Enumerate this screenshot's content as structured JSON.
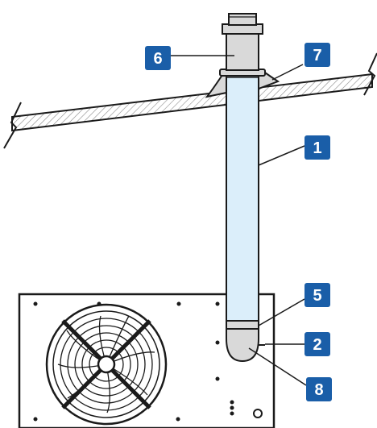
{
  "callouts": [
    {
      "id": "1",
      "label": "1"
    },
    {
      "id": "2",
      "label": "2"
    },
    {
      "id": "5",
      "label": "5"
    },
    {
      "id": "6",
      "label": "6"
    },
    {
      "id": "7",
      "label": "7"
    },
    {
      "id": "8",
      "label": "8"
    }
  ],
  "colors": {
    "badge": "#1a5ea8",
    "pipe_fill": "#dbeefa",
    "pipe_cap_fill": "#d9d9d9",
    "roof_hatch": "#8c8c8c",
    "outline": "#1a1a1a"
  },
  "parts": {
    "roof": "roof-section",
    "pipe": "vertical-exhaust-pipe",
    "terminal": "roof-terminal",
    "flashing": "roof-flashing",
    "elbow": "elbow-bend",
    "unit": "outdoor-unit",
    "fan": "fan-grille"
  }
}
